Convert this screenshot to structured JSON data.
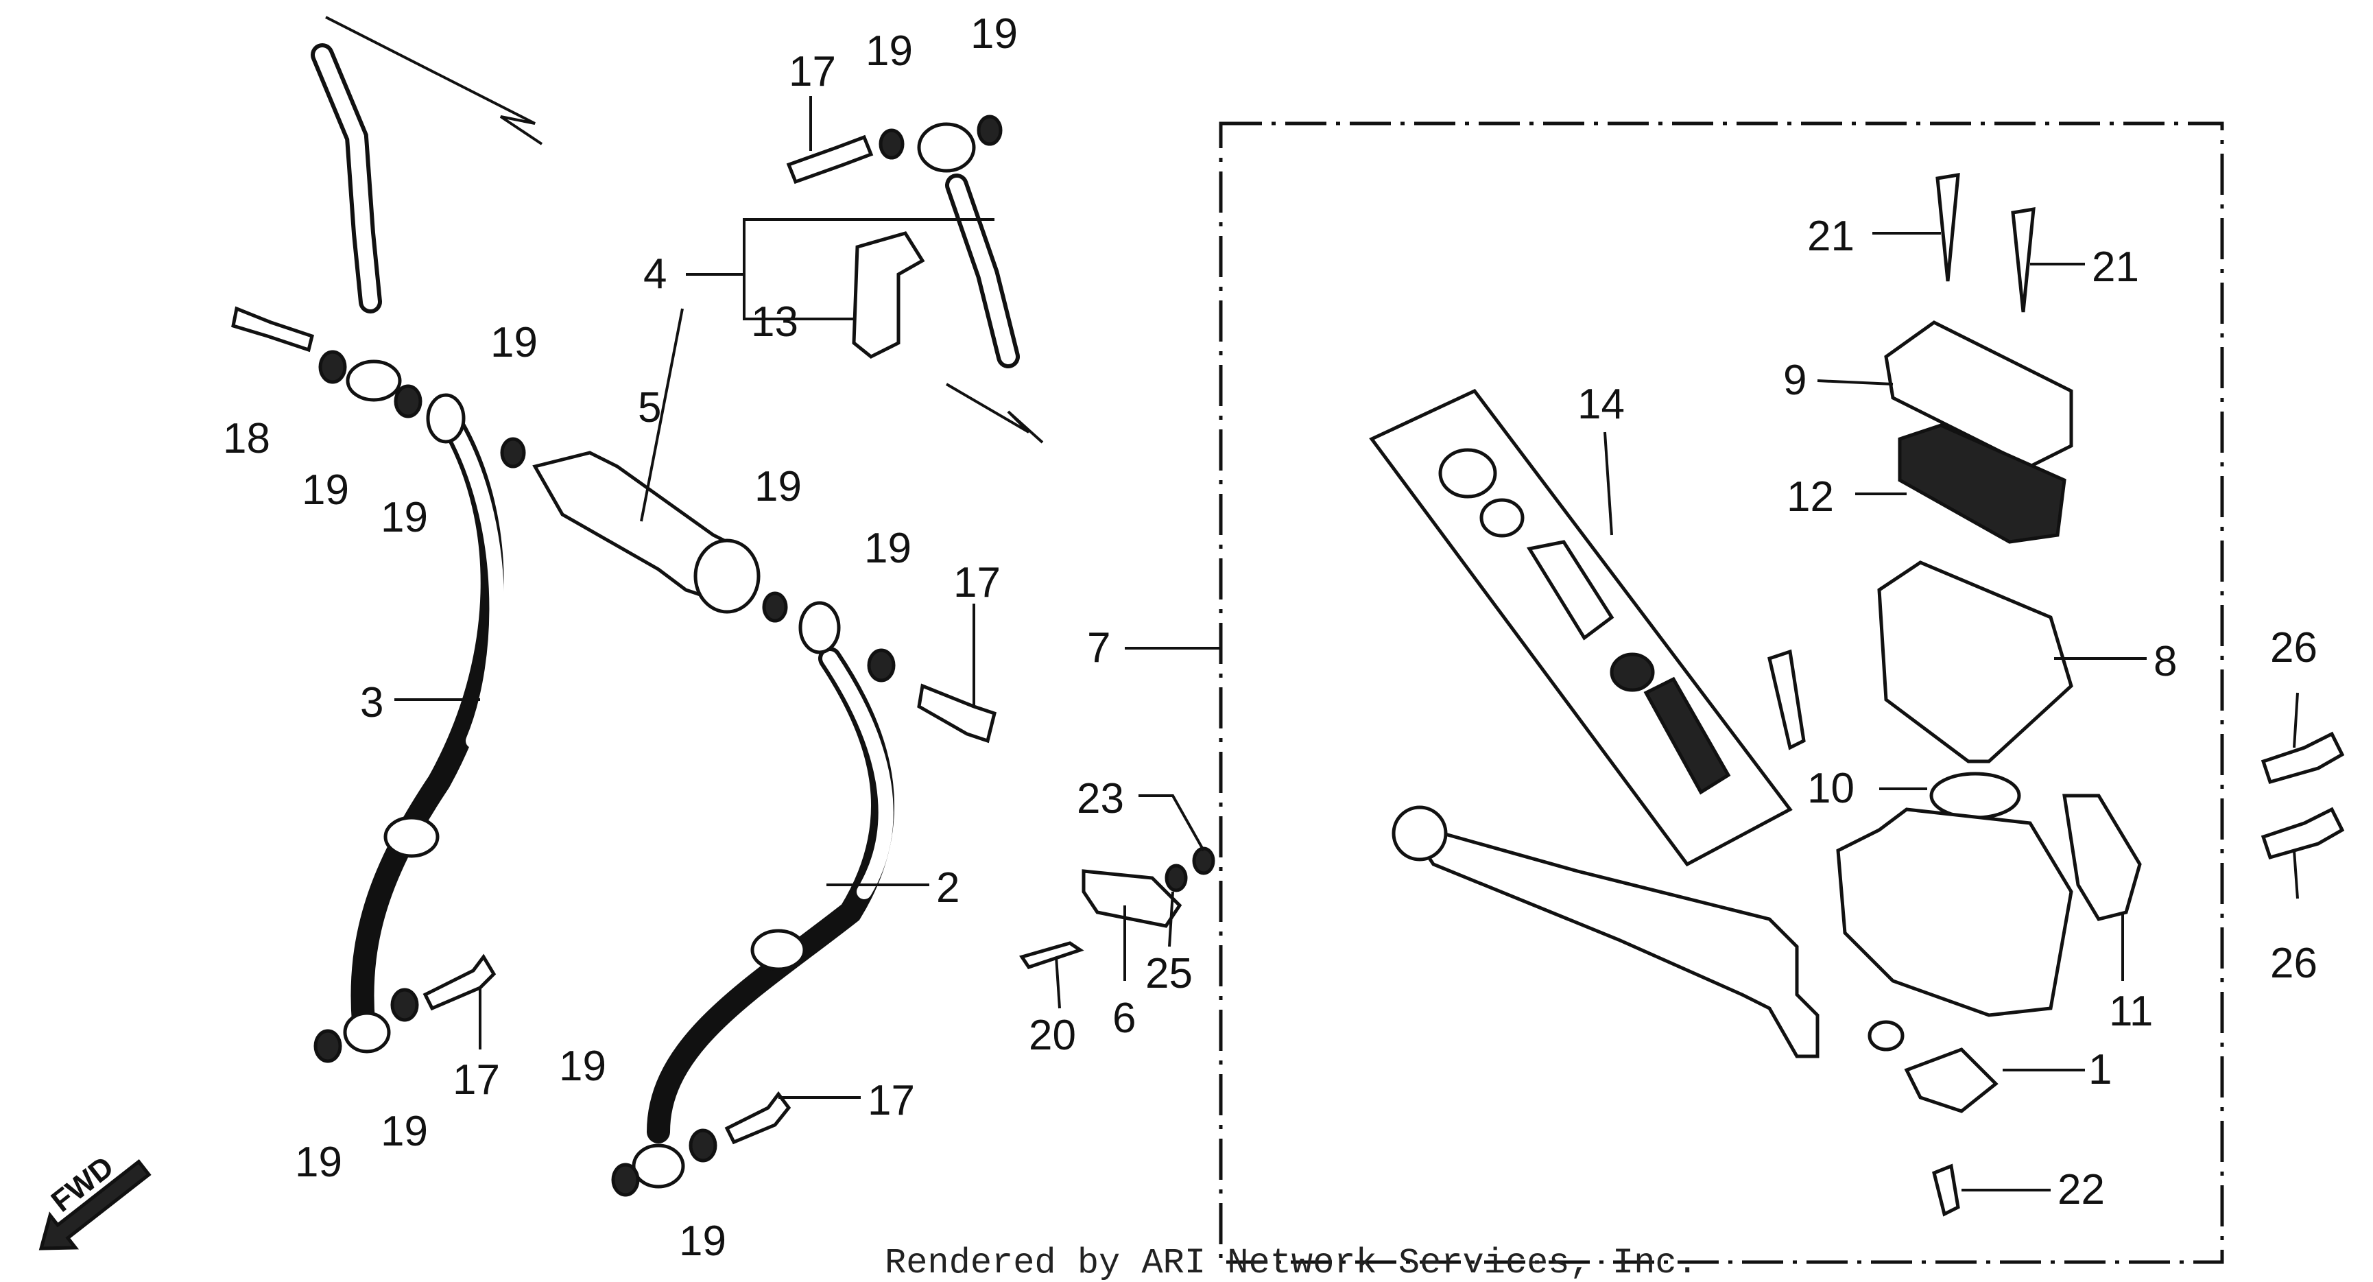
{
  "credit": "Rendered by ARI Network Services, Inc.",
  "direction": "FWD",
  "callouts": {
    "c1": "1",
    "c2": "2",
    "c3": "3",
    "c4": "4",
    "c5": "5",
    "c6": "6",
    "c7": "7",
    "c8": "8",
    "c9": "9",
    "c10": "10",
    "c11": "11",
    "c12": "12",
    "c13": "13",
    "c14": "14",
    "c17a": "17",
    "c17b": "17",
    "c17c": "17",
    "c17d": "17",
    "c18": "18",
    "c19a": "19",
    "c19b": "19",
    "c19c": "19",
    "c19d": "19",
    "c19e": "19",
    "c19f": "19",
    "c19g": "19",
    "c19h": "19",
    "c19i": "19",
    "c19j": "19",
    "c19k": "19",
    "c20": "20",
    "c21a": "21",
    "c21b": "21",
    "c22": "22",
    "c23": "23",
    "c25": "25",
    "c26a": "26",
    "c26b": "26"
  }
}
